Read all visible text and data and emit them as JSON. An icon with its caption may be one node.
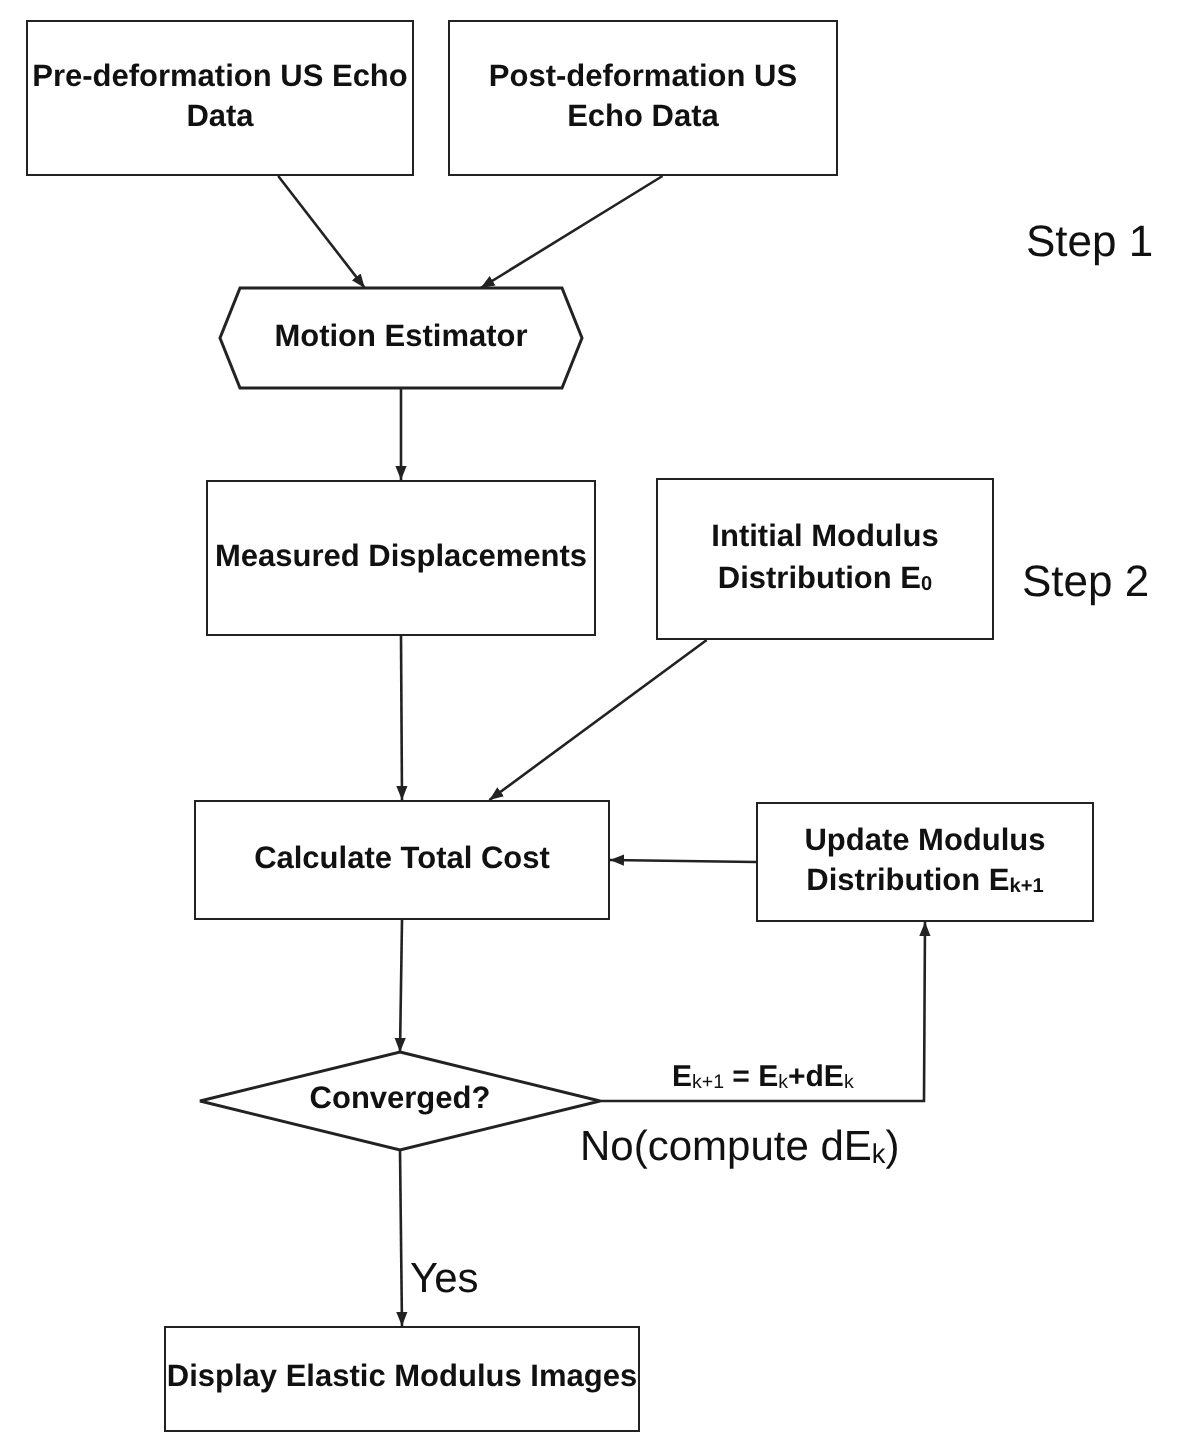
{
  "diagram": {
    "nodes": [
      {
        "text": [
          "Pre-deformation US Echo Data"
        ]
      },
      {
        "text": [
          "Post-deformation US Echo Data"
        ]
      },
      {
        "text": [
          "Motion Estimator"
        ]
      },
      {
        "text": [
          "Measured Displacements"
        ]
      },
      {
        "text": [
          "Intitial Modulus Distribution E$_{0}$"
        ]
      },
      {
        "text": [
          "Calculate Total Cost"
        ]
      },
      {
        "text": [
          "Update Modulus Distribution E$_{k+1}$"
        ]
      },
      {
        "text": [
          "Converged?"
        ]
      },
      {
        "text": [
          "Display Elastic Modulus Images"
        ]
      }
    ],
    "edges": [
      {
        "from": 0,
        "to": 2,
        "arrow": "to"
      },
      {
        "from": 1,
        "to": 2,
        "arrow": "to"
      },
      {
        "from": 2,
        "to": 3,
        "arrow": "to"
      },
      {
        "from": 3,
        "to": 5,
        "arrow": "to"
      },
      {
        "from": 4,
        "to": 5,
        "arrow": "to"
      },
      {
        "from": 6,
        "to": 5,
        "arrow": "to"
      },
      {
        "from": 5,
        "to": 7,
        "arrow": "to"
      },
      {
        "from": 7,
        "to": 6,
        "arrow": "to",
        "label": "No(compute dE$_{k}$)"
      },
      {
        "from": 7,
        "to": 8,
        "arrow": "to",
        "label": "Yes"
      }
    ],
    "labels": [
      "Step 1",
      "Step 2",
      "E$_{k+1}$ = E$_{k}$+dE$_{k}$"
    ]
  }
}
